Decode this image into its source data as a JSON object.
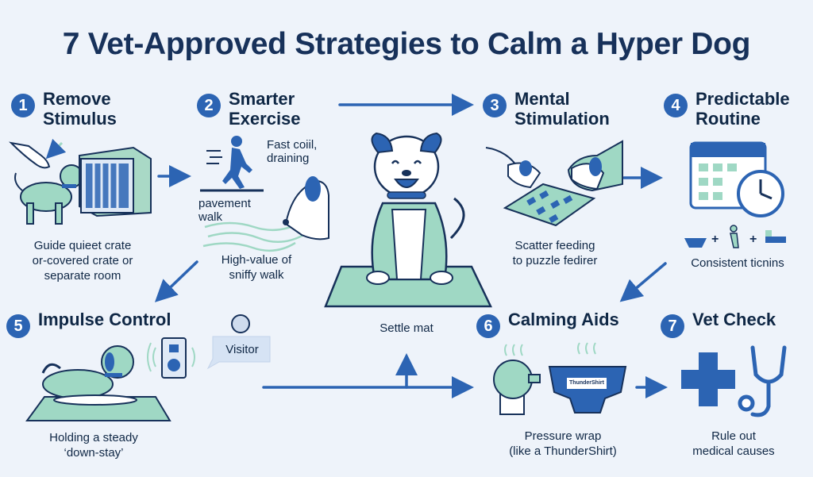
{
  "title": "7 Vet-Approved Strategies to Calm a Hyper Dog",
  "steps": [
    {
      "num": "1",
      "title": "Remove\nStimulus",
      "caption": "Guide quieet crate\nor-covered crate or\nseparate room"
    },
    {
      "num": "2",
      "title": "Smarter\nExercise",
      "caption": "High-value of\nsniffy walk",
      "label_a": "Fast coiil,\ndraining",
      "label_b": "pavement\nwalk"
    },
    {
      "num": "3",
      "title": "Mental\nStimulation",
      "caption": "Scatter feeding\nto puzzle fedirer"
    },
    {
      "num": "4",
      "title": "Predictable\nRoutine",
      "caption": "Consistent ticnins"
    },
    {
      "num": "5",
      "title": "Impulse Control",
      "caption": "Holding a steady\n‘down-stay’",
      "bubble": "Visitor"
    },
    {
      "num": "6",
      "title": "Calming Aids",
      "caption": "Pressure wrap\n(like a ThunderShirt)",
      "brand": "ThunderShirt"
    },
    {
      "num": "7",
      "title": "Vet Check",
      "caption": "Rule out\nmedical causes"
    }
  ],
  "center": {
    "caption": "Settle mat"
  },
  "colors": {
    "primary": "#2c64b3",
    "mint": "#9fd8c4",
    "navy": "#17315a",
    "background": "#eef3fa"
  }
}
